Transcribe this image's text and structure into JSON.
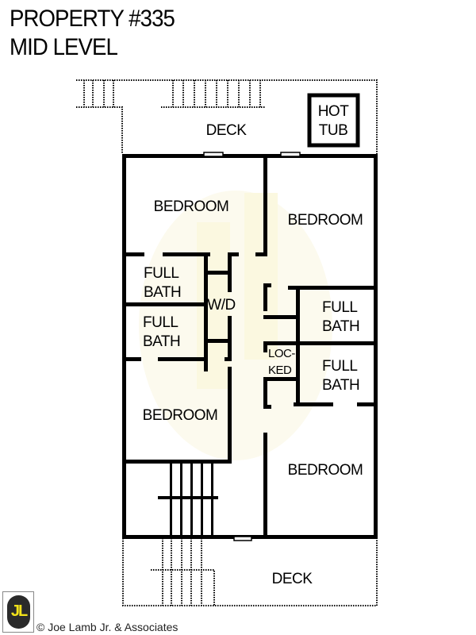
{
  "header": {
    "title": "PROPERTY #335",
    "subtitle": "MID LEVEL"
  },
  "rooms": {
    "deck_top": "DECK",
    "hot_tub_line1": "HOT",
    "hot_tub_line2": "TUB",
    "bedroom_top_left": "BEDROOM",
    "bedroom_top_right": "BEDROOM",
    "bath_left_upper_1": "FULL",
    "bath_left_upper_2": "BATH",
    "bath_left_lower_1": "FULL",
    "bath_left_lower_2": "BATH",
    "wd": "W/D",
    "bath_right_upper_1": "FULL",
    "bath_right_upper_2": "BATH",
    "locked_1": "LOC-",
    "locked_2": "KED",
    "bath_right_lower_1": "FULL",
    "bath_right_lower_2": "BATH",
    "bedroom_mid_left": "BEDROOM",
    "bedroom_bottom_right": "BEDROOM",
    "deck_bottom": "DECK"
  },
  "footer": {
    "logo_text": "JL",
    "copyright": "© Joe Lamb Jr. & Associates"
  },
  "colors": {
    "wall": "#000000",
    "watermark": "#fbf8e4",
    "logo_bg": "#2a2a2a",
    "logo_letter": "#f2e21a"
  }
}
